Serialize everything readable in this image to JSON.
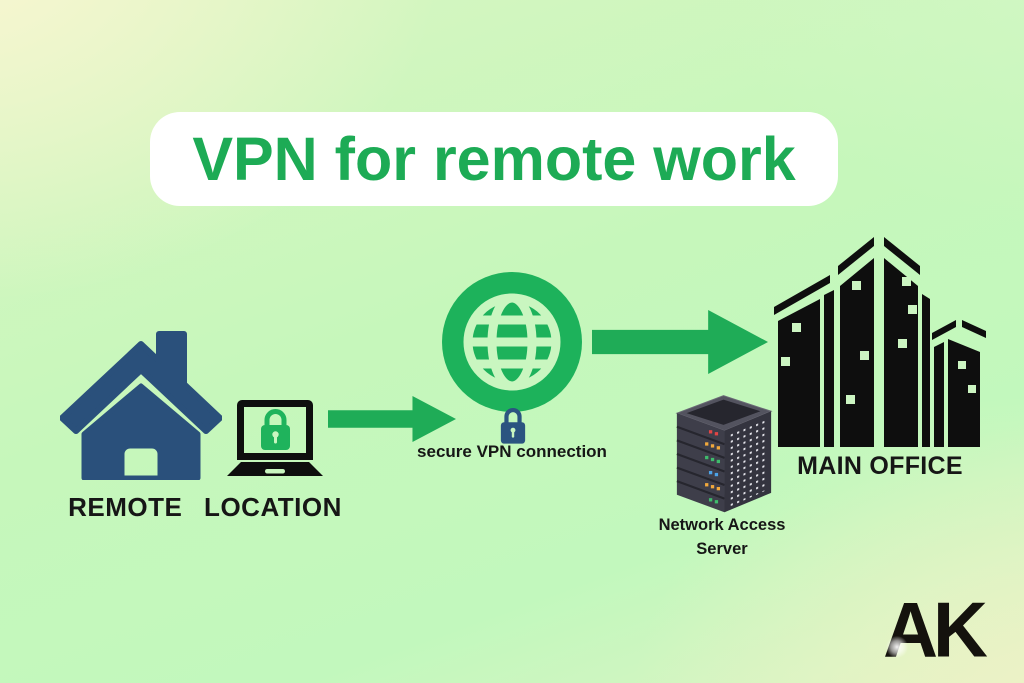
{
  "title": {
    "text": "VPN for remote work",
    "color": "#1dab55",
    "banner_bg": "#ffffff"
  },
  "nodes": {
    "remote": {
      "label": "REMOTE LOCATION",
      "icons": [
        "house-icon",
        "laptop-icon",
        "padlock-icon"
      ]
    },
    "vpn": {
      "label": "secure VPN connection",
      "icons": [
        "globe-icon",
        "padlock-icon"
      ]
    },
    "office": {
      "label": "MAIN OFFICE",
      "icons": [
        "buildings-icon"
      ]
    },
    "nas": {
      "label_line1": "Network Access",
      "label_line2": "Server",
      "icons": [
        "server-icon"
      ]
    }
  },
  "connections": [
    {
      "from": "remote",
      "to": "vpn",
      "type": "arrow-right"
    },
    {
      "from": "vpn",
      "to": "office",
      "type": "arrow-right"
    }
  ],
  "logo": {
    "text": "AK"
  },
  "colors": {
    "accent_green": "#1fac57",
    "globe_green": "#1db25b",
    "navy": "#2a507b",
    "black": "#0e0e0e",
    "background_light_green": "#c6f7bb",
    "background_cream": "#fbf6d2",
    "server_body": "#3e3e4a",
    "led_red": "#e34545",
    "led_orange": "#f2a93c",
    "led_green": "#3fbc6c",
    "led_blue": "#4da3e8"
  }
}
